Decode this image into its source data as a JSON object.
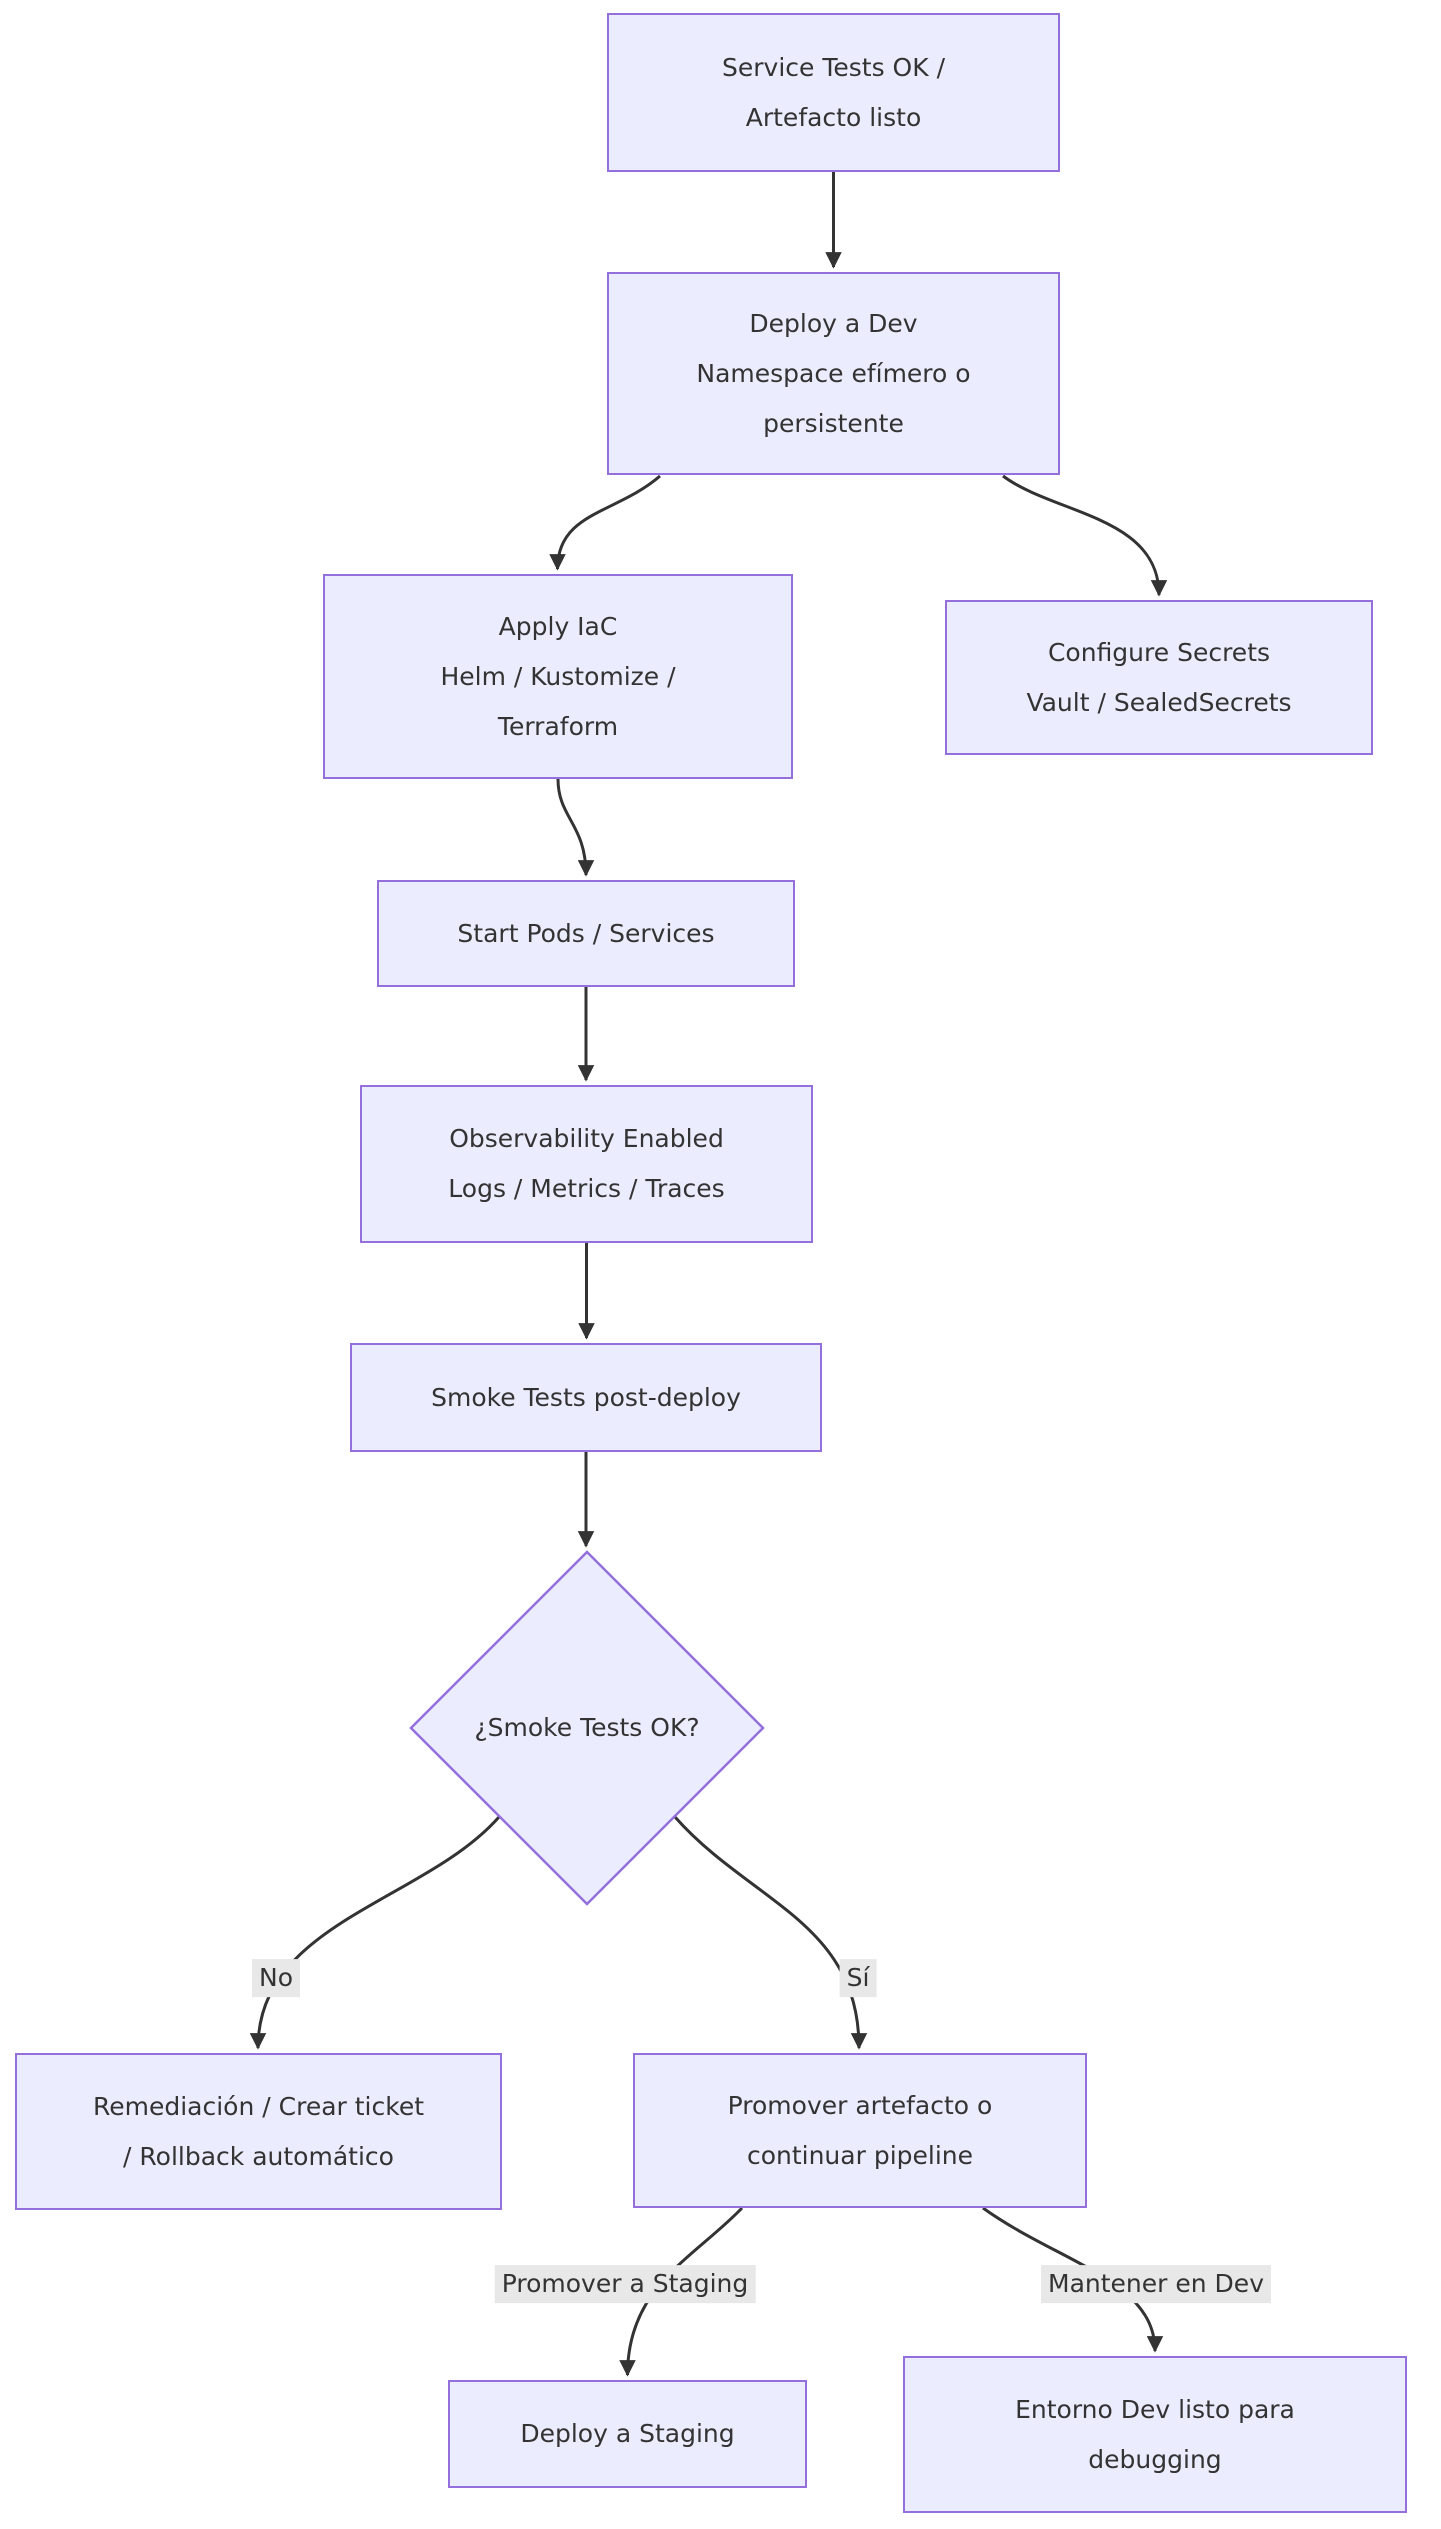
{
  "diagram": {
    "type": "flowchart",
    "orientation": "top-down",
    "nodes": [
      {
        "id": "service-tests-ok",
        "shape": "rect",
        "label": "Service Tests OK /\nArtefacto listo"
      },
      {
        "id": "deploy-dev-namespace",
        "shape": "rect",
        "label": "Deploy a Dev\nNamespace efímero o\npersistente"
      },
      {
        "id": "apply-iac",
        "shape": "rect",
        "label": "Apply IaC\nHelm / Kustomize /\nTerraform"
      },
      {
        "id": "configure-secrets",
        "shape": "rect",
        "label": "Configure Secrets\nVault / SealedSecrets"
      },
      {
        "id": "start-pods-services",
        "shape": "rect",
        "label": "Start Pods / Services"
      },
      {
        "id": "observability-enabled",
        "shape": "rect",
        "label": "Observability Enabled\nLogs / Metrics / Traces"
      },
      {
        "id": "smoke-tests-post-deploy",
        "shape": "rect",
        "label": "Smoke Tests post-deploy"
      },
      {
        "id": "smoke-tests-decision",
        "shape": "diamond",
        "label": "¿Smoke Tests OK?"
      },
      {
        "id": "remediation-rollback",
        "shape": "rect",
        "label": "Remediación / Crear ticket\n/ Rollback automático"
      },
      {
        "id": "promote-artifact",
        "shape": "rect",
        "label": "Promover artefacto o\ncontinuar pipeline"
      },
      {
        "id": "deploy-staging",
        "shape": "rect",
        "label": "Deploy a Staging"
      },
      {
        "id": "dev-env-ready",
        "shape": "rect",
        "label": "Entorno Dev listo para\ndebugging"
      }
    ],
    "edges": [
      {
        "from": "service-tests-ok",
        "to": "deploy-dev-namespace",
        "label": ""
      },
      {
        "from": "deploy-dev-namespace",
        "to": "apply-iac",
        "label": ""
      },
      {
        "from": "deploy-dev-namespace",
        "to": "configure-secrets",
        "label": ""
      },
      {
        "from": "apply-iac",
        "to": "start-pods-services",
        "label": ""
      },
      {
        "from": "start-pods-services",
        "to": "observability-enabled",
        "label": ""
      },
      {
        "from": "observability-enabled",
        "to": "smoke-tests-post-deploy",
        "label": ""
      },
      {
        "from": "smoke-tests-post-deploy",
        "to": "smoke-tests-decision",
        "label": ""
      },
      {
        "from": "smoke-tests-decision",
        "to": "remediation-rollback",
        "label": "No"
      },
      {
        "from": "smoke-tests-decision",
        "to": "promote-artifact",
        "label": "Sí"
      },
      {
        "from": "promote-artifact",
        "to": "deploy-staging",
        "label": "Promover a Staging"
      },
      {
        "from": "promote-artifact",
        "to": "dev-env-ready",
        "label": "Mantener en Dev"
      }
    ]
  },
  "colors": {
    "node-fill": "#ECECFF",
    "node-border": "#9370DB",
    "line": "#333333",
    "text": "#333333",
    "label-bg": "#e8e8e8",
    "background": "#ffffff"
  }
}
